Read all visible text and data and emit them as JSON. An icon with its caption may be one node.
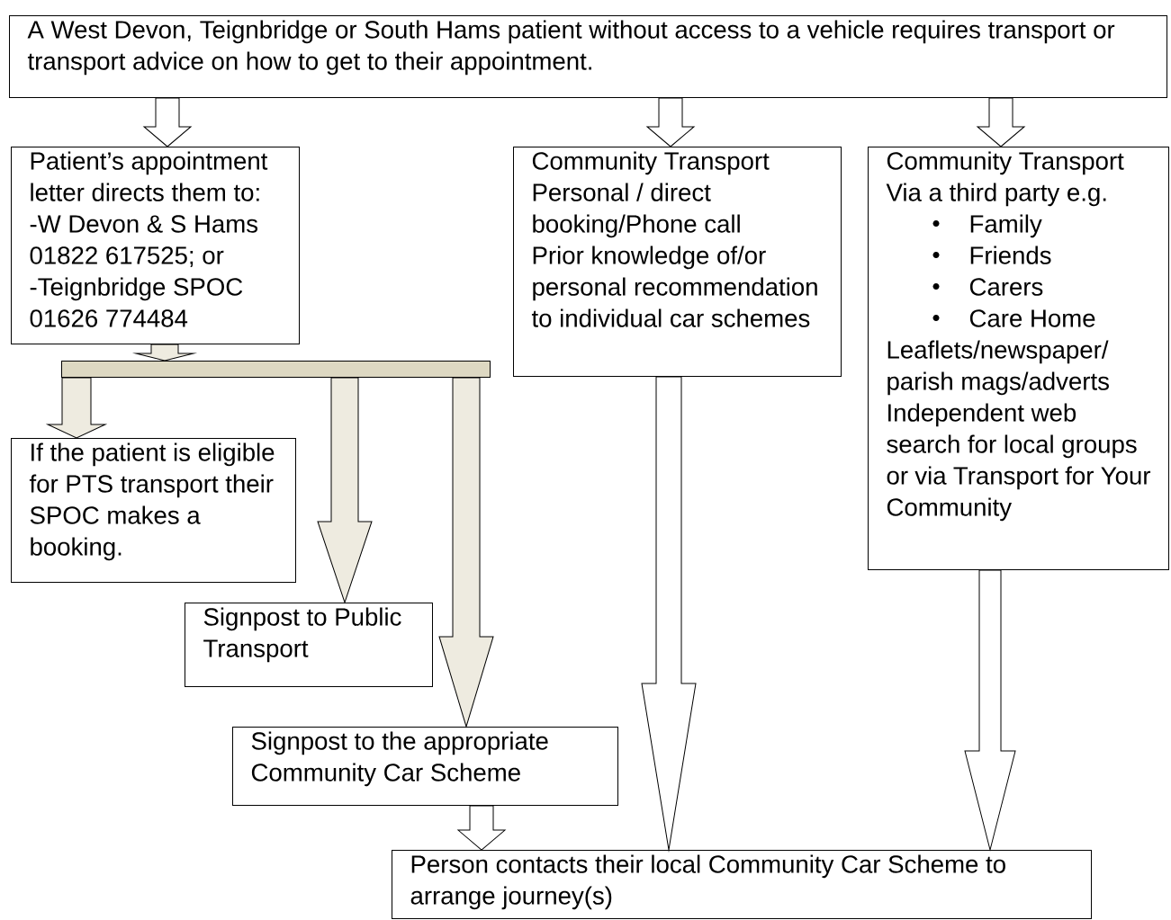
{
  "diagram": {
    "nodes": [
      {
        "text": [
          "A West Devon, Teignbridge or South Hams patient without access to a vehicle requires transport or transport advice on how to get to their appointment."
        ]
      },
      {
        "text": [
          "Patient’s appointment letter directs them to:",
          "-W Devon & S Hams 01822 617525; or",
          "-Teignbridge SPOC 01626 774484"
        ]
      },
      {
        "text": [
          "Community Transport",
          "Personal / direct booking/Phone call",
          "Prior knowledge of/or personal recommendation to individual car schemes"
        ]
      },
      {
        "text": [
          "Community Transport",
          "Via a third party e.g.",
          "Family",
          "Friends",
          "Carers",
          "Care Home",
          "Leaflets/newspaper/ parish mags/adverts",
          "Independent web search for local groups or via Transport for Your Community"
        ]
      },
      {
        "text": [],
        "shape": "bar"
      },
      {
        "text": [
          "If the patient is eligible for PTS transport their SPOC makes a booking."
        ]
      },
      {
        "text": [
          "Signpost to Public Transport"
        ]
      },
      {
        "text": [
          "Signpost to the appropriate Community Car Scheme"
        ]
      },
      {
        "text": [
          "Person contacts their local Community Car Scheme to arrange journey(s)"
        ]
      }
    ],
    "edges": [
      {
        "from": 0,
        "to": 1,
        "arrow": "to"
      },
      {
        "from": 0,
        "to": 2,
        "arrow": "to"
      },
      {
        "from": 0,
        "to": 3,
        "arrow": "to"
      },
      {
        "from": 1,
        "to": 4,
        "arrow": "to"
      },
      {
        "from": 4,
        "to": 5,
        "arrow": "to"
      },
      {
        "from": 4,
        "to": 6,
        "arrow": "to"
      },
      {
        "from": 4,
        "to": 7,
        "arrow": "to"
      },
      {
        "from": 7,
        "to": 8,
        "arrow": "to"
      },
      {
        "from": 2,
        "to": 8,
        "arrow": "to"
      },
      {
        "from": 3,
        "to": 8,
        "arrow": "to"
      }
    ]
  }
}
